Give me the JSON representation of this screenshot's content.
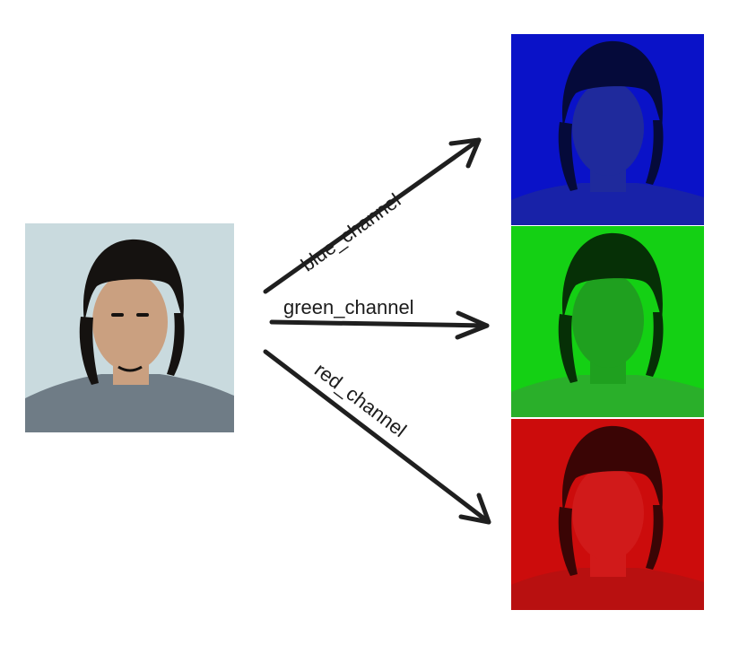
{
  "source_image": {
    "icon": "portrait-photo",
    "colors": {
      "background": "#c9dade",
      "skin": "#caa080",
      "hair": "#151210",
      "shirt": "#6f7c86"
    }
  },
  "channels": [
    {
      "key": "blue",
      "label": "blue_channel",
      "icon": "portrait-photo-blue-tint",
      "colors": {
        "background": "#0a12c8",
        "face": "#1f2a9c",
        "hair": "#050a3a",
        "shirt": "#1822a8"
      }
    },
    {
      "key": "green",
      "label": "green_channel",
      "icon": "portrait-photo-green-tint",
      "colors": {
        "background": "#14d014",
        "face": "#1fa01f",
        "hair": "#063006",
        "shirt": "#2aaf2a"
      }
    },
    {
      "key": "red",
      "label": "red_channel",
      "icon": "portrait-photo-red-tint",
      "colors": {
        "background": "#cc0c0c",
        "face": "#d11a1a",
        "hair": "#3a0505",
        "shirt": "#b81010"
      }
    }
  ],
  "arrow_color": "#1f1f1f"
}
